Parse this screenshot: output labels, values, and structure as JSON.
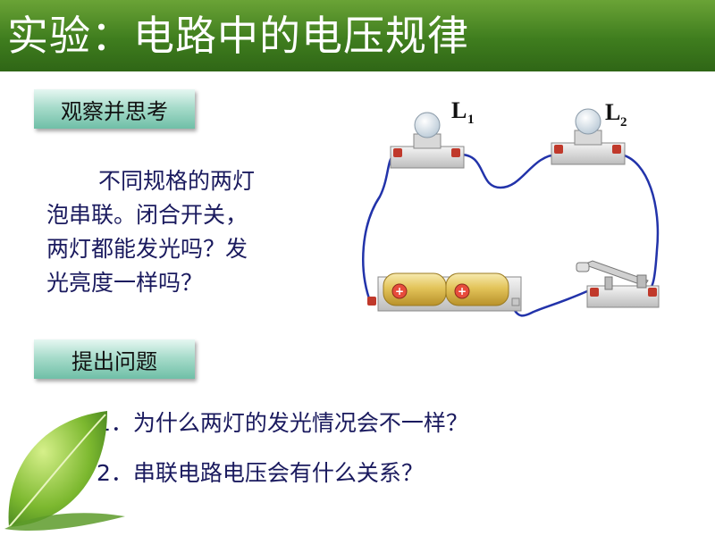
{
  "title": "实验：电路中的电压规律",
  "section1": {
    "label": "观察并思考",
    "lines": [
      "不同规格的两灯",
      "泡串联。闭合开关，",
      "两灯都能发光吗？发",
      "光亮度一样吗？"
    ]
  },
  "section2": {
    "label": "提出问题",
    "questions": [
      "1．为什么两灯的发光情况会不一样？",
      "2．串联电路电压会有什么关系？"
    ]
  },
  "circuit": {
    "lamp1_letter": "L",
    "lamp1_sub": "1",
    "lamp2_letter": "L",
    "lamp2_sub": "2",
    "battery_symbol": "+"
  }
}
